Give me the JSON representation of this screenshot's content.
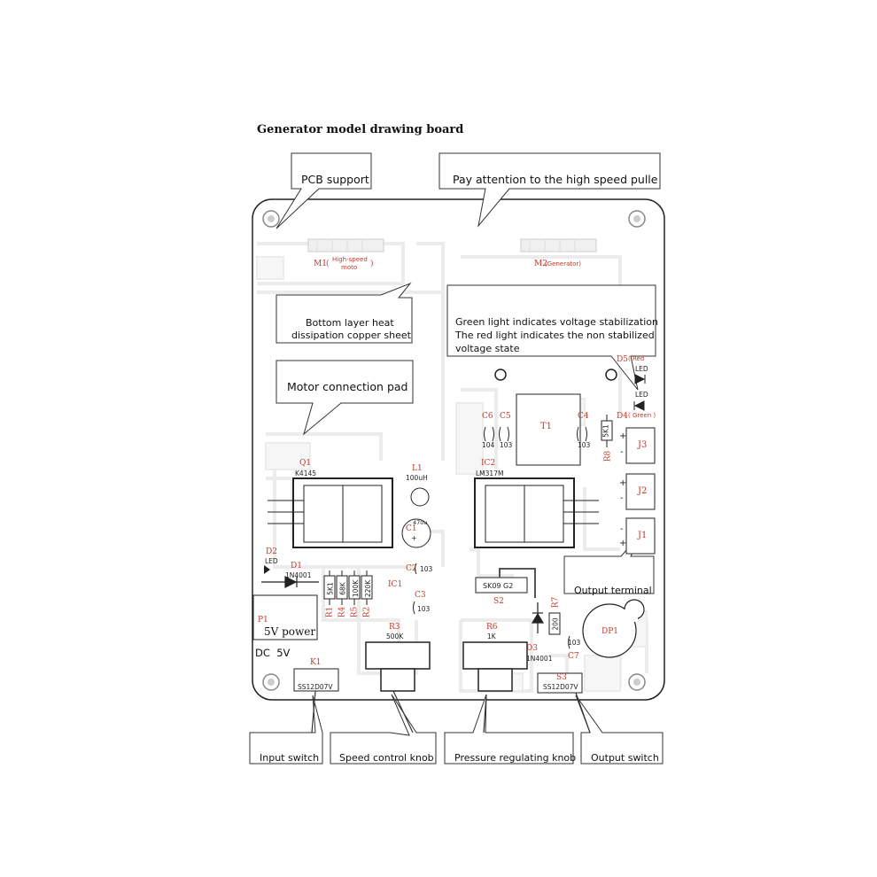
{
  "title": "Generator model drawing board",
  "callouts": {
    "pcb_support": "PCB support",
    "pulley_warning": "Pay attention to the high speed pulle",
    "bottom_heat_line1": "Bottom layer heat",
    "bottom_heat_line2": "dissipation copper sheet",
    "motor_pad": "Motor connection pad",
    "led_line1": "Green light indicates voltage stabilization",
    "led_line2": "The red light indicates the non stabilized",
    "led_line3": "voltage state",
    "output_terminal": "Output terminal",
    "input_switch": "Input switch",
    "speed_knob": "Speed control knob",
    "pressure_knob": "Pressure regulating knob",
    "output_switch": "Output switch"
  },
  "board": {
    "m1_ref": "M1",
    "m1_paren_open": "(",
    "m1_text1": "High-speed",
    "m1_text2": "moto",
    "m1_paren_close": ")",
    "m2_ref": "M2",
    "m2_text": "(Generator)",
    "d5_ref": "D5",
    "d5_red": "( Red",
    "d5_paren": ")",
    "led": "LED",
    "d4_ref": "D4",
    "d4_green": "( Green )",
    "c6": "C6",
    "c5": "C5",
    "c4": "C4",
    "c6_val": "104",
    "c5_val": "103",
    "c4_val": "103",
    "t1": "T1",
    "r8": "R8",
    "r8_val": "5K1",
    "j3": "J3",
    "j2": "J2",
    "j1": "J1",
    "plus": "+",
    "minus": "-",
    "q1": "Q1",
    "q1_val": "K4145",
    "l1": "L1",
    "l1_val": "100uH",
    "c1": "C1",
    "c1_val": "470u",
    "ic2": "IC2",
    "ic2_val": "LM317M",
    "d2": "D2",
    "d2_led": "LED",
    "d1": "D1",
    "d1_val": "1N4001",
    "r1_val": "5K1",
    "r4_val": "68K",
    "r5_val": "100K",
    "r2_val": "220K",
    "r1": "R1",
    "r4": "R4",
    "r5": "R5",
    "r2": "R2",
    "ic1": "IC1",
    "c2": "C2",
    "c2_val": "103",
    "c3": "C3",
    "c3_val": "103",
    "s2_val": "SK09 G2",
    "s2": "S2",
    "r7": "R7",
    "r7_val": "200",
    "dp1": "DP1",
    "d3": "D3",
    "d3_val": "1N4001",
    "c7": "C7",
    "c7_val": "103",
    "p1": "P1",
    "p1_val": "5V power",
    "dc": "DC  5V",
    "k1": "K1",
    "k1_val": "SS12D07V",
    "r3": "R3",
    "r3_val": "500K",
    "r6": "R6",
    "r6_val": "1K",
    "s3": "S3",
    "s3_val": "SS12D07V"
  }
}
